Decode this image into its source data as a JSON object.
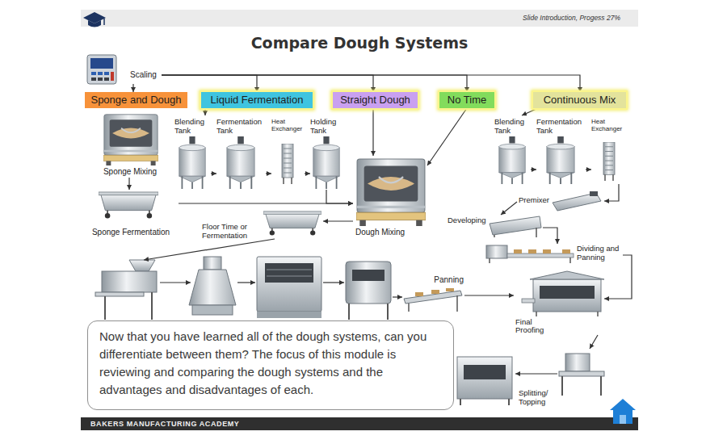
{
  "diagram": {
    "title": "Compare Dough Systems",
    "nodes": [
      {
        "text": [
          "Slide Introduction, Progess 27%"
        ]
      },
      {
        "text": [
          "Scaling"
        ]
      },
      {
        "text": [
          "Sponge and Dough"
        ]
      },
      {
        "text": [
          "Liquid Fermentation"
        ]
      },
      {
        "text": [
          "Straight Dough"
        ]
      },
      {
        "text": [
          "No Time"
        ]
      },
      {
        "text": [
          "Continuous Mix"
        ]
      },
      {
        "text": [
          "Sponge Mixing"
        ]
      },
      {
        "text": [
          "Blending Tank"
        ]
      },
      {
        "text": [
          "Fermentation Tank"
        ]
      },
      {
        "text": [
          "Heat Exchanger"
        ]
      },
      {
        "text": [
          "Holding Tank"
        ]
      },
      {
        "text": [
          "Blending Tank"
        ]
      },
      {
        "text": [
          "Fermentation Tank"
        ]
      },
      {
        "text": [
          "Heat Exchanger"
        ]
      },
      {
        "text": [
          "Sponge Fermentation"
        ]
      },
      {
        "text": [
          "Floor Time or Fermentation"
        ]
      },
      {
        "text": [
          "Dough Mixing"
        ]
      },
      {
        "text": [
          "Premixer"
        ]
      },
      {
        "text": [
          "Developing"
        ]
      },
      {
        "text": [
          "Dividing and Panning"
        ]
      },
      {
        "text": [
          "Panning"
        ]
      },
      {
        "text": [
          "Final Proofing"
        ]
      },
      {
        "text": [
          "Now that you have learned all of the dough systems, can you differentiate between them? The focus of this module is reviewing and comparing the dough systems and the advantages and disadvantages of each."
        ]
      },
      {
        "text": [
          "Splitting/ Topping"
        ]
      },
      {
        "text": [
          "BAKERS MANUFACTURING ACADEMY"
        ]
      }
    ],
    "edges": [
      {
        "from": 1,
        "to": 2,
        "arrow": "to"
      },
      {
        "from": 1,
        "to": 3,
        "arrow": "to"
      },
      {
        "from": 1,
        "to": 4,
        "arrow": "to"
      },
      {
        "from": 1,
        "to": 5,
        "arrow": "to"
      },
      {
        "from": 1,
        "to": 6,
        "arrow": "to"
      },
      {
        "from": 3,
        "to": 8,
        "arrow": "to"
      },
      {
        "from": 6,
        "to": 12,
        "arrow": "to"
      },
      {
        "from": 7,
        "to": 15,
        "arrow": "to"
      },
      {
        "from": 8,
        "to": 9,
        "arrow": "to"
      },
      {
        "from": 9,
        "to": 10,
        "arrow": "to"
      },
      {
        "from": 10,
        "to": 11,
        "arrow": "to"
      },
      {
        "from": 12,
        "to": 13,
        "arrow": "to"
      },
      {
        "from": 13,
        "to": 14,
        "arrow": "to"
      },
      {
        "from": 15,
        "to": 17,
        "arrow": "to"
      },
      {
        "from": 11,
        "to": 17,
        "arrow": "to"
      },
      {
        "from": 4,
        "to": 17,
        "arrow": "to"
      },
      {
        "from": 5,
        "to": 17,
        "arrow": "to"
      },
      {
        "from": 17,
        "to": 16,
        "arrow": "to"
      },
      {
        "from": 14,
        "to": 18,
        "arrow": "to"
      },
      {
        "from": 18,
        "to": 19,
        "arrow": "to"
      },
      {
        "from": 19,
        "to": 20,
        "arrow": "to"
      },
      {
        "from": 21,
        "to": 22,
        "arrow": "to"
      },
      {
        "from": 20,
        "to": 22,
        "arrow": "to"
      },
      {
        "from": 22,
        "to": 24,
        "arrow": "to"
      }
    ]
  }
}
